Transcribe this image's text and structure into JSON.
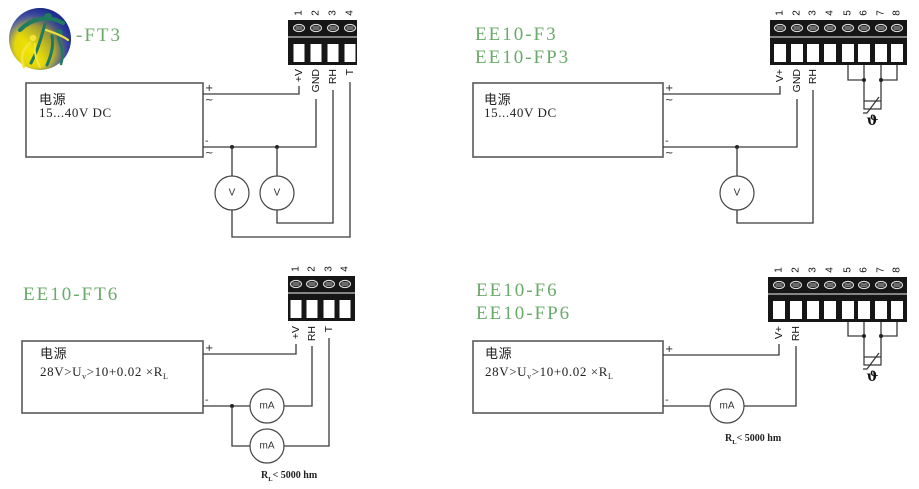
{
  "diagrams": {
    "ft3": {
      "title": [
        "-FT3"
      ],
      "power": {
        "label": "电源",
        "spec": "15...40V DC"
      },
      "polarity": {
        "plus": "+",
        "plus_ac": "~",
        "minus": "-",
        "minus_ac": "~"
      },
      "terminal_numbers": [
        "1",
        "2",
        "3",
        "4"
      ],
      "terminal_labels": [
        "+V",
        "GND",
        "RH",
        "T"
      ],
      "meters": [
        "V",
        "V"
      ]
    },
    "f3": {
      "title": [
        "EE10-F3",
        "EE10-FP3"
      ],
      "power": {
        "label": "电源",
        "spec": "15...40V DC"
      },
      "polarity": {
        "plus": "+",
        "plus_ac": "~",
        "minus": "-",
        "minus_ac": "~"
      },
      "terminal_numbers": [
        "1",
        "2",
        "3",
        "4",
        "5",
        "6",
        "7",
        "8"
      ],
      "terminal_labels": [
        "V+",
        "GND",
        "RH"
      ],
      "meters": [
        "V"
      ],
      "sensor_symbol": "ϑ"
    },
    "ft6": {
      "title": [
        "EE10-FT6"
      ],
      "power": {
        "label": "电源",
        "spec_parts": [
          "28V>U",
          "v",
          ">10+0.02 ×R",
          "L"
        ]
      },
      "polarity": {
        "plus": "+",
        "minus": "-"
      },
      "terminal_numbers": [
        "1",
        "2",
        "3",
        "4"
      ],
      "terminal_labels": [
        "+V",
        "RH",
        "T"
      ],
      "meters": [
        "mA",
        "mA"
      ],
      "load_note": {
        "symbol": "R",
        "sub": "L",
        "text": "< 5000 hm"
      }
    },
    "f6": {
      "title": [
        "EE10-F6",
        "EE10-FP6"
      ],
      "power": {
        "label": "电源",
        "spec_parts": [
          "28V>U",
          "v",
          ">10+0.02 ×R",
          "L"
        ]
      },
      "polarity": {
        "plus": "+",
        "minus": "-"
      },
      "terminal_numbers": [
        "1",
        "2",
        "3",
        "4",
        "5",
        "6",
        "7",
        "8"
      ],
      "terminal_labels": [
        "V+",
        "RH"
      ],
      "meters": [
        "mA"
      ],
      "sensor_symbol": "ϑ",
      "load_note": {
        "symbol": "R",
        "sub": "L",
        "text": "< 5000 hm"
      }
    }
  },
  "colors": {
    "title": "#6aaa6a",
    "terminal_block": "#161616",
    "wire": "#3a3a3a"
  }
}
